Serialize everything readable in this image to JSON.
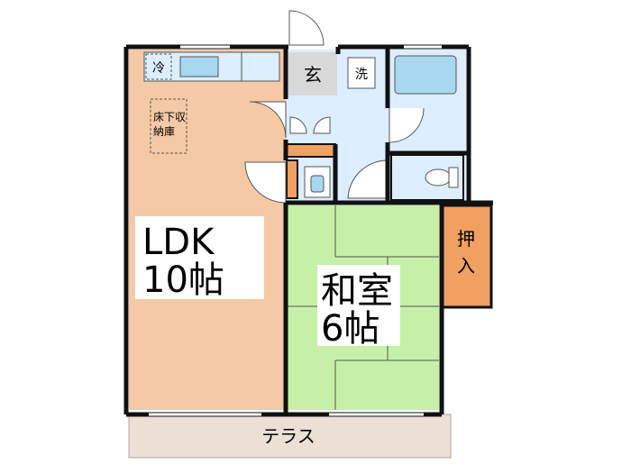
{
  "rooms": {
    "ldk": {
      "name": "LDK",
      "size": "10帖"
    },
    "washitsu": {
      "name": "和室",
      "size": "6帖"
    },
    "oshiire": {
      "line1": "押",
      "line2": "入"
    },
    "genkan": "玄",
    "sentaku": "洗",
    "reizouko": "冷",
    "yukashita": {
      "line1": "床下収",
      "line2": "納庫"
    },
    "terrace": "テラス"
  },
  "colors": {
    "ldk": "#f5c9a6",
    "washitsu": "#c6f0a8",
    "wet": "#dceeff",
    "oshiire": "#f0a060",
    "terrace": "#ecdfd4",
    "fixture": "#a8d8f0",
    "wall": "#111111"
  }
}
